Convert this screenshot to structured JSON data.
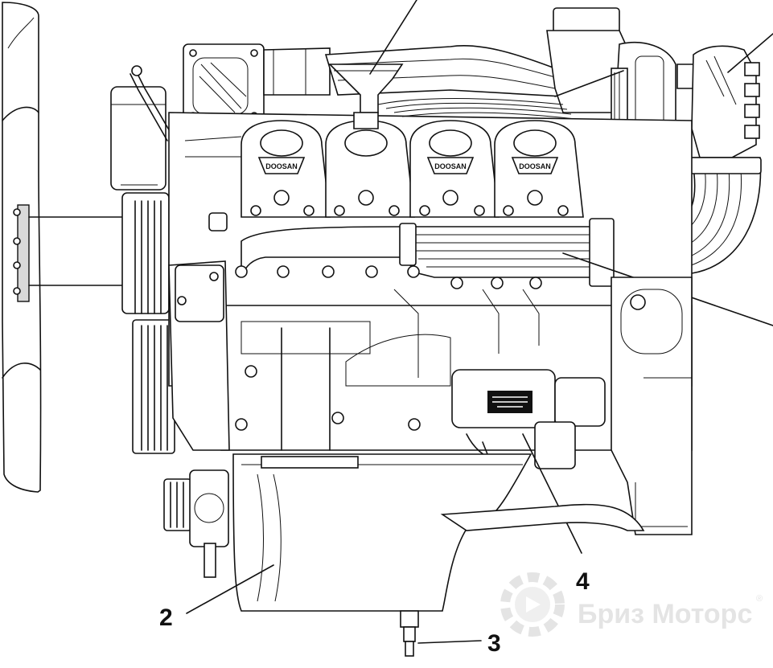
{
  "diagram": {
    "callouts": [
      {
        "id": "2",
        "label": "2"
      },
      {
        "id": "3",
        "label": "3"
      },
      {
        "id": "4",
        "label": "4"
      }
    ],
    "valve_cover_brand": "DOOSAN",
    "watermark": {
      "text": "Бриз Моторс",
      "registered_mark": "®",
      "color": "#e4e4e4"
    },
    "line_color": "#111111",
    "background_color": "#ffffff"
  }
}
